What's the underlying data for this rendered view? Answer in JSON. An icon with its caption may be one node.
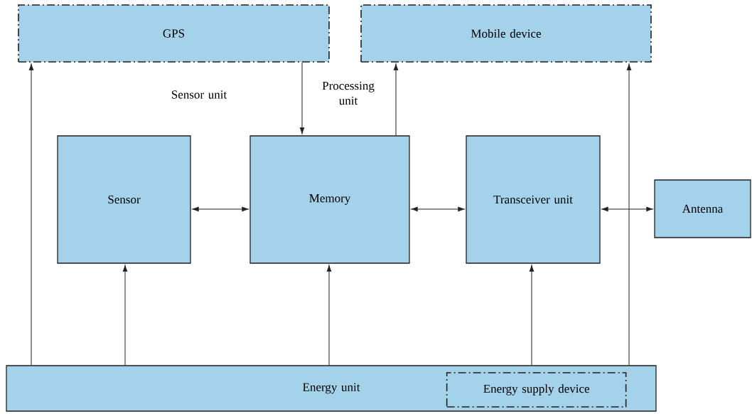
{
  "diagram": {
    "nodes": [
      {
        "text": [
          "GPS"
        ]
      },
      {
        "text": [
          "Mobile device"
        ]
      },
      {
        "text": [
          "Sensor"
        ]
      },
      {
        "text": [
          "Memory"
        ]
      },
      {
        "text": [
          "Transceiver unit"
        ]
      },
      {
        "text": [
          "Antenna"
        ]
      },
      {
        "text": [
          "Energy unit"
        ]
      },
      {
        "text": [
          "Energy supply device"
        ],
        "in": 6
      }
    ],
    "edges": [
      {
        "from": 6,
        "to": 0,
        "arrow": "to"
      },
      {
        "from": 0,
        "to": 3,
        "arrow": "to"
      },
      {
        "from": 3,
        "to": 1,
        "arrow": "to"
      },
      {
        "from": 6,
        "to": 1,
        "arrow": "to"
      },
      {
        "from": 2,
        "to": 3,
        "arrow": "both"
      },
      {
        "from": 3,
        "to": 4,
        "arrow": "both"
      },
      {
        "from": 4,
        "to": 5,
        "arrow": "both"
      },
      {
        "from": 6,
        "to": 2,
        "arrow": "to"
      },
      {
        "from": 6,
        "to": 3,
        "arrow": "to"
      },
      {
        "from": 6,
        "to": 4,
        "arrow": "to"
      }
    ],
    "labels": [
      "Sensor unit",
      "Processing unit"
    ]
  }
}
